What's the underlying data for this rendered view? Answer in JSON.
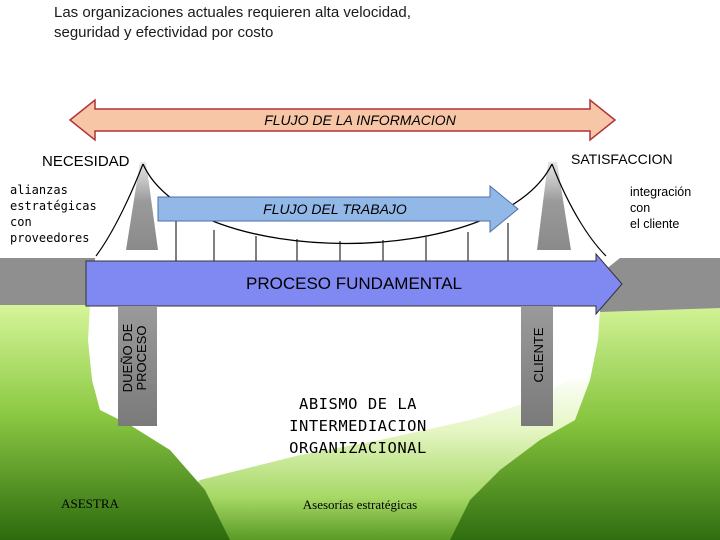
{
  "title": "Las organizaciones actuales requieren alta velocidad, seguridad y efectividad por costo",
  "flujo_informacion": "FLUJO DE LA INFORMACION",
  "necesidad": "NECESIDAD",
  "satisfaccion": "SATISFACCION",
  "alianzas": "alianzas\nestratégicas\ncon\nproveedores",
  "integracion": "integración\ncon\nel cliente",
  "flujo_trabajo": "FLUJO DEL TRABAJO",
  "proceso_fundamental": "PROCESO FUNDAMENTAL",
  "dueno_proceso": "DUEÑO DE\nPROCESO",
  "cliente": "CLIENTE",
  "abismo": "ABISMO DE LA\nINTERMEDIACION\nORGANIZACIONAL",
  "asestra": "ASESTRA",
  "asesorias": "Asesorías estratégicas",
  "colors": {
    "info_arrow": "#f7c6a6",
    "work_arrow": "#92b8e8",
    "process_arrow": "#8088f2",
    "tower_gray": "#8c8c8c",
    "grass_light": "#c8f08a",
    "grass_dark": "#2e6f10"
  }
}
